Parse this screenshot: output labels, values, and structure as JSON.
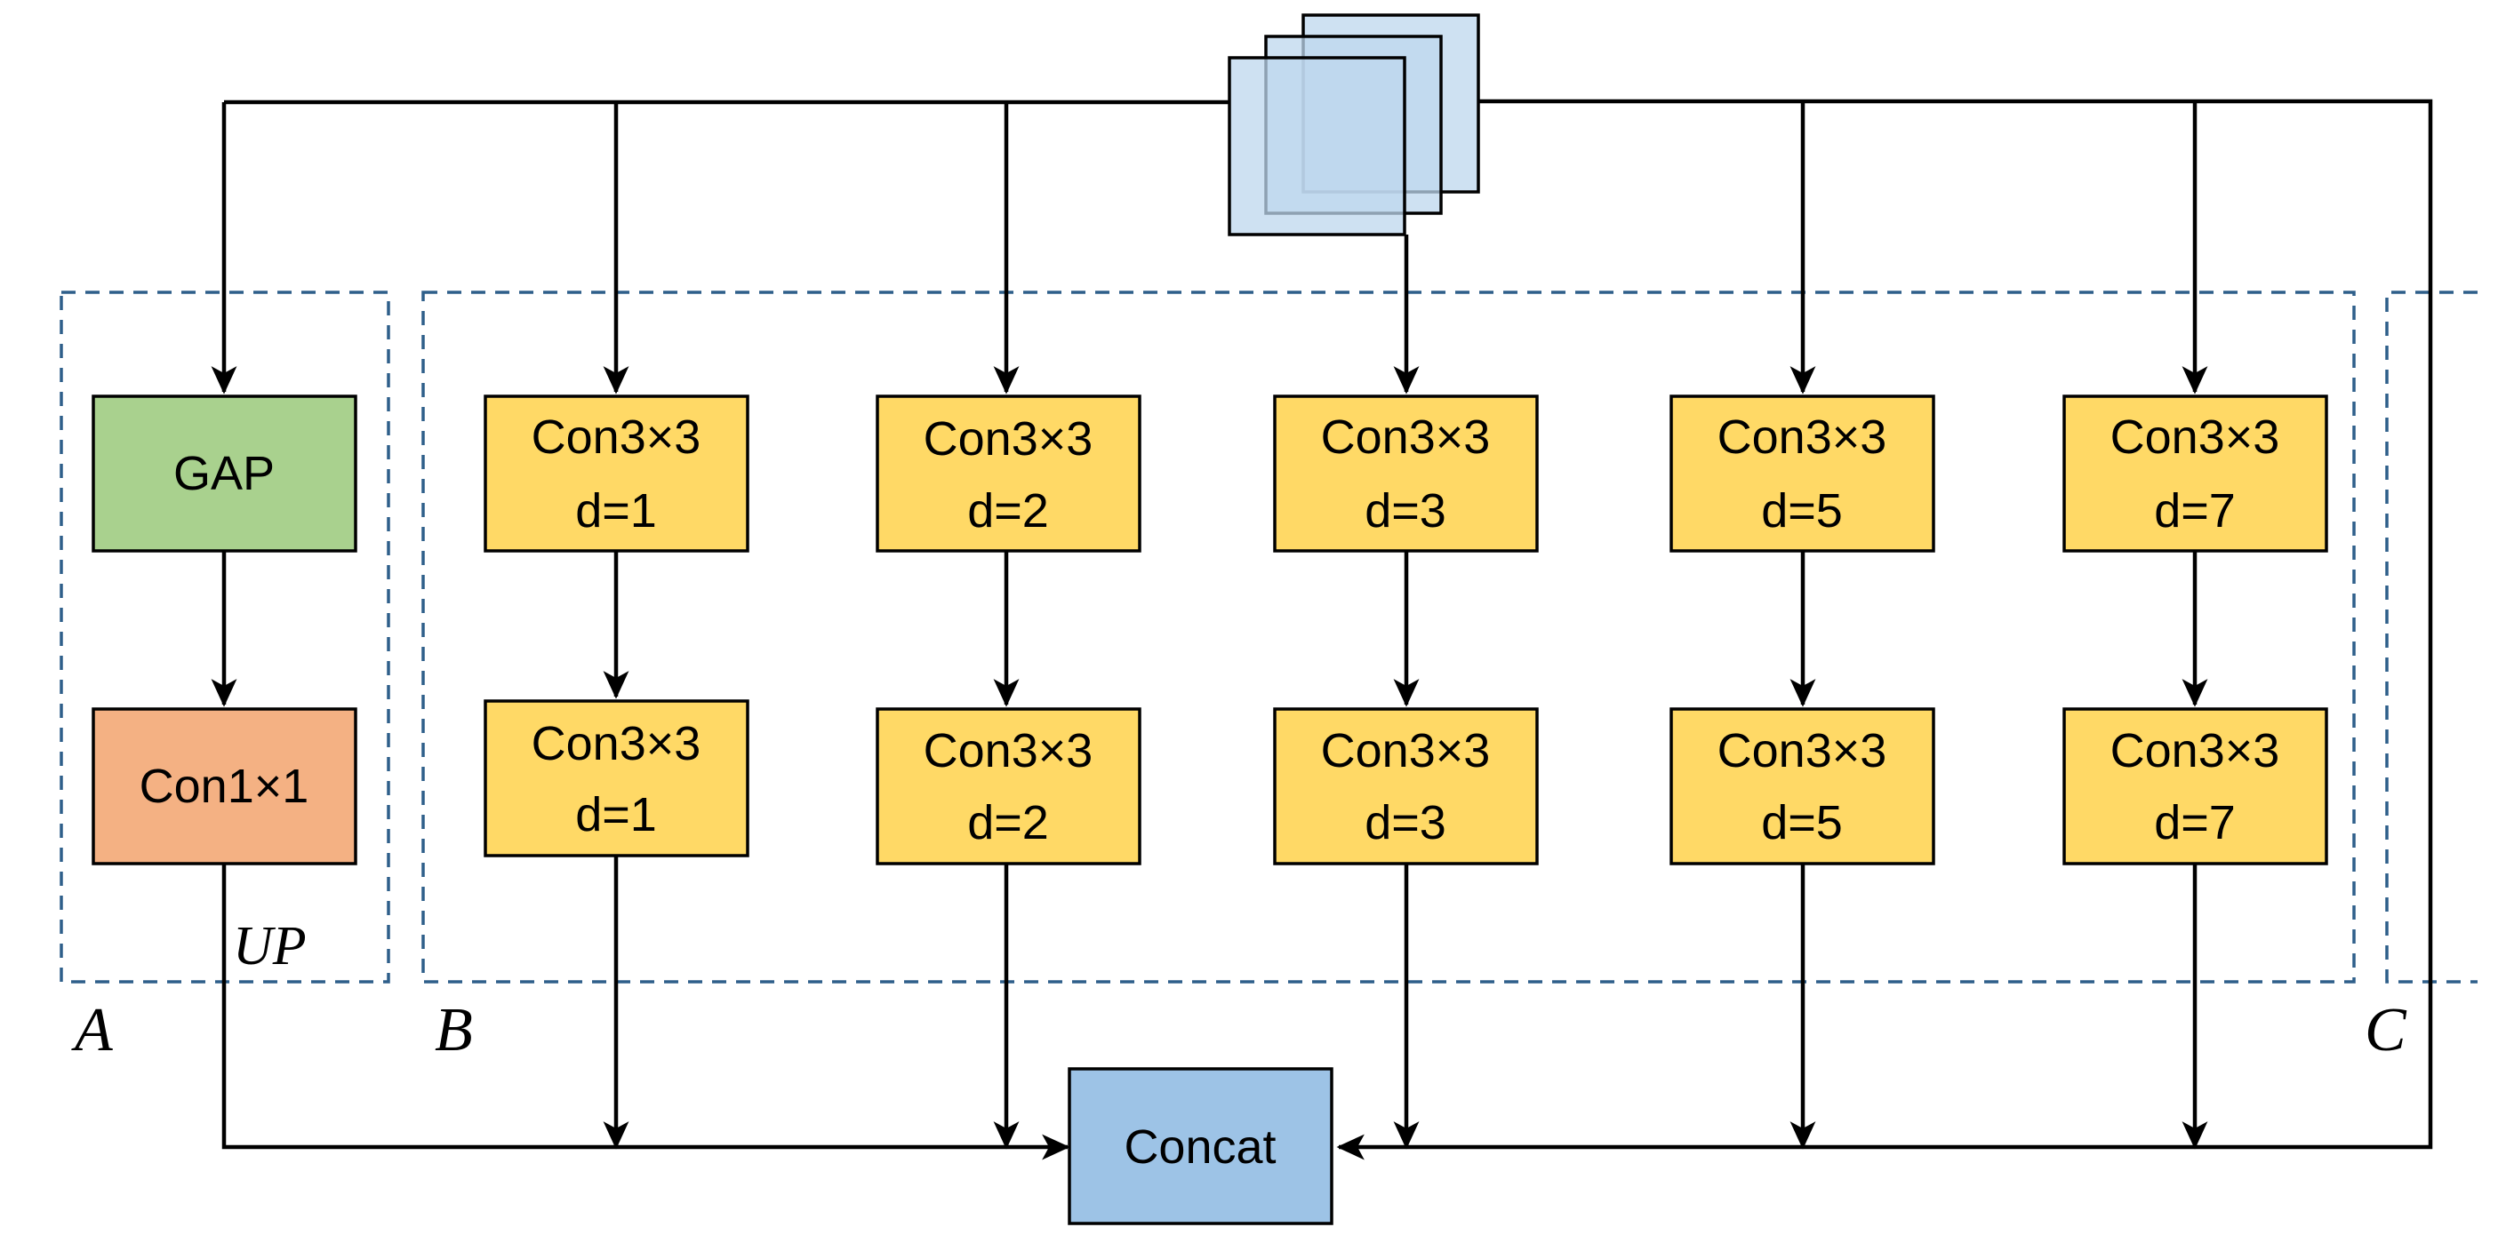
{
  "colors": {
    "gap_fill": "#A9D18E",
    "conv1x1_fill": "#F4B183",
    "conv3x3_fill": "#FFD966",
    "concat_fill": "#9DC3E6",
    "feature_map_fill": "#BDD7EE",
    "region_border": "#2E5F8A",
    "line": "#000000"
  },
  "branch_a": {
    "gap_label": "GAP",
    "conv_label": "Con1×1",
    "up_label": "UP"
  },
  "branches": [
    {
      "line1": "Con3×3",
      "line2": "d=1"
    },
    {
      "line1": "Con3×3",
      "line2": "d=2"
    },
    {
      "line1": "Con3×3",
      "line2": "d=3"
    },
    {
      "line1": "Con3×3",
      "line2": "d=5"
    },
    {
      "line1": "Con3×3",
      "line2": "d=7"
    }
  ],
  "regions": {
    "a": "A",
    "b": "B",
    "c": "C"
  },
  "concat_label": "Concat"
}
